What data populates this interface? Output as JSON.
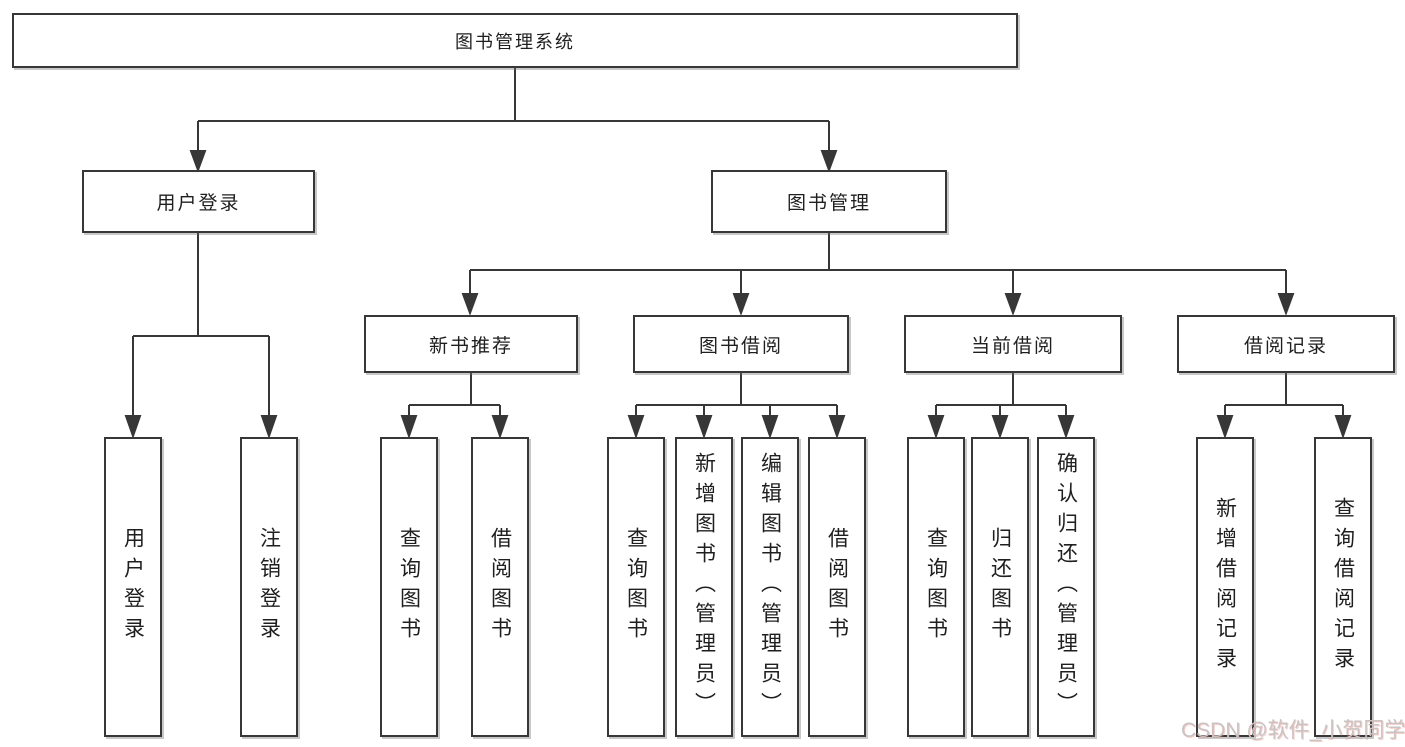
{
  "diagram": {
    "root": "图书管理系统",
    "level2": [
      "用户登录",
      "图书管理"
    ],
    "level3": [
      "新书推荐",
      "图书借阅",
      "当前借阅",
      "借阅记录"
    ],
    "leaves": {
      "user_login": [
        "用户登录",
        "注销登录"
      ],
      "new_book": [
        "查询图书",
        "借阅图书"
      ],
      "book_borrow": [
        "查询图书",
        "新增图书（管理员）",
        "编辑图书（管理员）",
        "借阅图书"
      ],
      "current_borrow": [
        "查询图书",
        "归还图书",
        "确认归还（管理员）"
      ],
      "borrow_record": [
        "新增借阅记录",
        "查询借阅记录"
      ]
    }
  },
  "watermark": "CSDN @软件_小贺同学",
  "colors": {
    "line": "#373737",
    "text": "#1f1f1f",
    "watermark": "#c9c3c3",
    "background": "#ffffff"
  }
}
